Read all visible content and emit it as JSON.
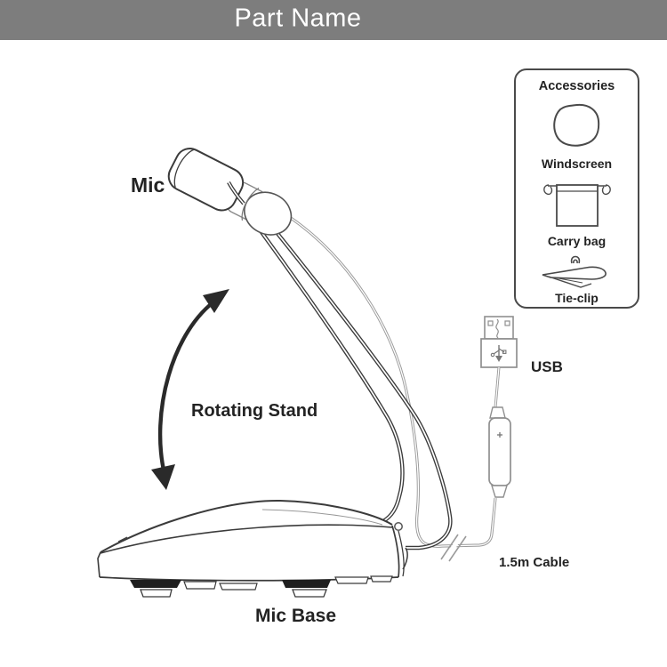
{
  "header": {
    "title": "Part Name",
    "bg_color": "#7d7d7d",
    "text_color": "#ffffff"
  },
  "labels": {
    "mic": "Mic",
    "rotating_stand": "Rotating Stand",
    "mic_base": "Mic Base",
    "usb": "USB",
    "cable_length": "1.5m Cable"
  },
  "accessories": {
    "title": "Accessories",
    "items": [
      {
        "name": "Windscreen",
        "icon": "windscreen-icon"
      },
      {
        "name": "Carry bag",
        "icon": "carry-bag-icon"
      },
      {
        "name": "Tie-clip",
        "icon": "tie-clip-icon"
      }
    ]
  },
  "diagram": {
    "subject": "USB desktop microphone with rotating stand",
    "line_color": "#3b3b3b",
    "light_line_color": "#9a9a9a",
    "foot_pad_color": "#1f1f1f"
  }
}
